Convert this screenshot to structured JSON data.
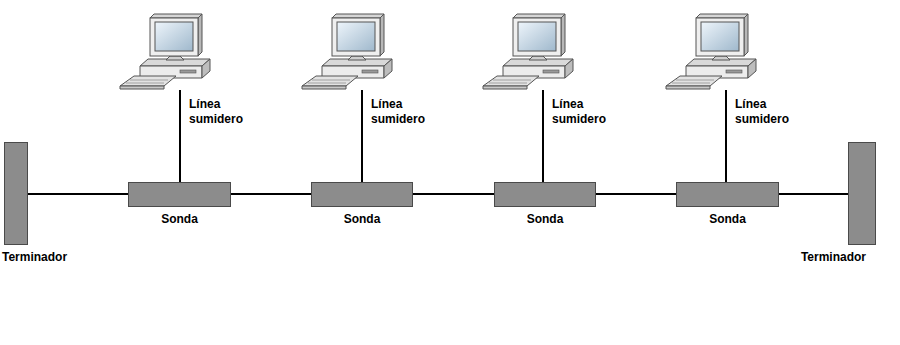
{
  "diagram": {
    "nodes": [
      {
        "text": [
          "Terminador"
        ]
      },
      {
        "text": [
          "Sonda"
        ]
      },
      {
        "text": [
          "Sonda"
        ]
      },
      {
        "text": [
          "Sonda"
        ]
      },
      {
        "text": [
          "Sonda"
        ]
      },
      {
        "text": [
          "Terminador"
        ]
      }
    ],
    "edges": [
      {
        "from": 0,
        "to": 1,
        "arrow": "none"
      },
      {
        "from": 1,
        "to": 2,
        "arrow": "none"
      },
      {
        "from": 2,
        "to": 3,
        "arrow": "none"
      },
      {
        "from": 3,
        "to": 4,
        "arrow": "none"
      },
      {
        "from": 4,
        "to": 5,
        "arrow": "none"
      }
    ],
    "labels": [
      "Línea sumidero",
      "Línea sumidero",
      "Línea sumidero",
      "Línea sumidero"
    ]
  }
}
